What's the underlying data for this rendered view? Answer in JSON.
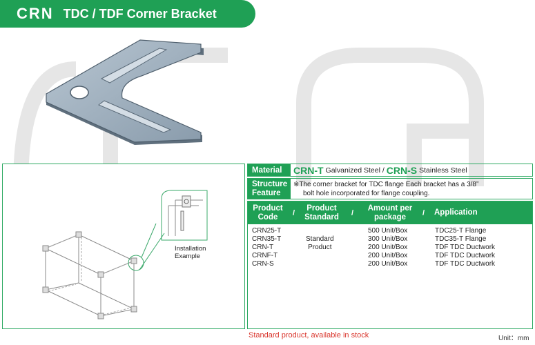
{
  "header": {
    "code": "CRN",
    "title": "TDC / TDF Corner Bracket"
  },
  "installation": {
    "label_line1": "Installation",
    "label_line2": "Example"
  },
  "spec": {
    "material_label": "Material",
    "material_grade1": "CRN-T",
    "material_desc1": "Galvanized Steel /",
    "material_grade2": "CRN-S",
    "material_desc2": "Stainless Steel",
    "structure_label_line1": "Structure",
    "structure_label_line2": "Feature",
    "structure_line1": "※The corner bracket for TDC flange  Each bracket has a 3/8”",
    "structure_line2": "bolt hole incorporated for flange coupling."
  },
  "table": {
    "headers": {
      "code_line1": "Product",
      "code_line2": "Code",
      "standard_line1": "Product",
      "standard_line2": "Standard",
      "amount_line1": "Amount per",
      "amount_line2": "package",
      "application": "Application",
      "separator": "/"
    },
    "codes": [
      "CRN25-T",
      "CRN35-T",
      "CRN-T",
      "CRNF-T",
      "CRN-S"
    ],
    "standard_line1": "Standard",
    "standard_line2": "Product",
    "amounts": [
      "500 Unit/Box",
      "300 Unit/Box",
      "200 Unit/Box",
      "200 Unit/Box",
      "200 Unit/Box"
    ],
    "applications": [
      "TDC25-T Flange",
      "TDC35-T Flange",
      "TDF TDC Ductwork",
      "TDF TDC Ductwork",
      "TDF TDC Ductwork"
    ]
  },
  "footer": {
    "note": "Standard product, available in stock",
    "unit": "Unit：mm"
  },
  "colors": {
    "brand_green": "#1fa055",
    "note_red": "#d9342b",
    "bracket_steel": "#98a9b8"
  }
}
